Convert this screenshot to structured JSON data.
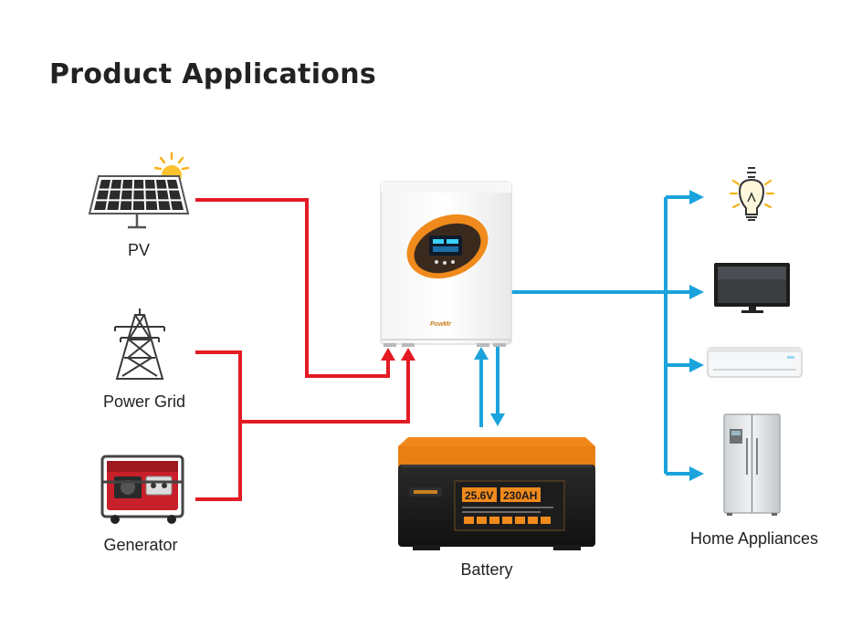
{
  "title": "Product Applications",
  "labels": {
    "pv": "PV",
    "power_grid": "Power Grid",
    "generator": "Generator",
    "battery": "Battery",
    "home_appliances": "Home Appliances"
  },
  "battery_front": {
    "voltage": "25.6V",
    "capacity": "230AH"
  },
  "inverter_brand": "PowMr",
  "colors": {
    "input_lines": "#e31b23",
    "output_lines": "#1aa3dc",
    "accent": "#f08a1c",
    "text": "#222222"
  }
}
